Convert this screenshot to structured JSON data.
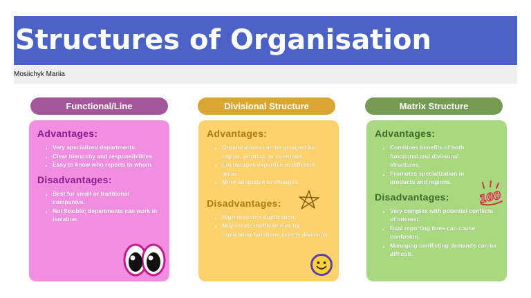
{
  "title": "Structures of Organisation",
  "author": "Mosiichyk Mariia",
  "columns": [
    {
      "heading": "Functional/Line",
      "advantages_label": "Advantages:",
      "advantages": [
        "Very specialized departments.",
        "Clear hierarchy and responsibilities.",
        "Easy to know who reports to whom."
      ],
      "disadvantages_label": "Disadvantages:",
      "disadvantages": [
        "Best for small or traditional companies.",
        "Not flexible; departments can work in isolation."
      ],
      "colors": {
        "pill": "#a4569a",
        "card": "#f08ee2"
      },
      "sticker_icon": "eyes-icon"
    },
    {
      "heading": "Divisional Structure",
      "advantages_label": "Advantages:",
      "advantages": [
        "Organizations can be grouped by region, product, or customer.",
        "Encourages expertise in different areas.",
        "More adaptable to changes."
      ],
      "disadvantages_label": "Disadvantages:",
      "disadvantages": [
        "High resource duplication.",
        "May create inefficiencies by replicating functions across divisions."
      ],
      "colors": {
        "pill": "#d9a731",
        "card": "#fdd26c"
      },
      "sticker_icon": "smiley-face-icon"
    },
    {
      "heading": "Matrix Structure",
      "advantages_label": "Advantages:",
      "advantages": [
        "Combines benefits of both functional and divisional structures.",
        "Promotes specialization in products and regions."
      ],
      "disadvantages_label": "Disadvantages:",
      "disadvantages": [
        "Very complex with potential conflicts of interest.",
        "Dual reporting lines can cause confusion.",
        "Managing conflicting demands can be difficult."
      ],
      "colors": {
        "pill": "#759b52",
        "card": "#a8d981"
      },
      "sticker_icon": "hundred-points-icon"
    }
  ],
  "decorations": {
    "hundred_text": "100"
  }
}
